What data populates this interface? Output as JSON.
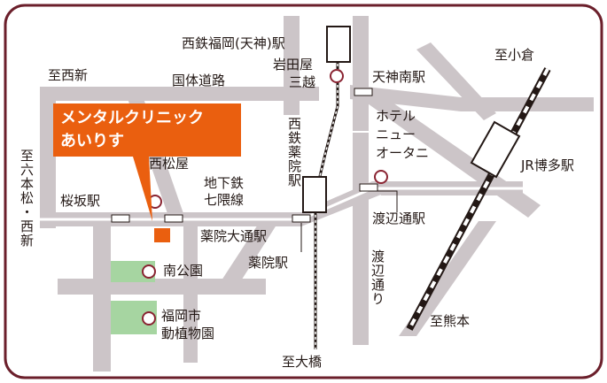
{
  "callout": {
    "line1": "メンタルクリニック",
    "line2": "あいりす"
  },
  "labels": {
    "nishitetsu_fukuoka": "西鉄福岡(天神)駅",
    "shi_ogura": "至小倉",
    "shi_nishijin": "至西新",
    "kokutai_doro": "国体道路",
    "iwataya": "岩田屋",
    "mitsukoshi": "三越",
    "tenjin_minami": "天神南駅",
    "hotel_new_otani": [
      "ホテル",
      "ニュー",
      "オータニ"
    ],
    "jr_hakata": "JR博多駅",
    "nishimatsuya": "西松屋",
    "chikatetsu_nanakuma": [
      "地下鉄",
      "七隈線"
    ],
    "sakurazaka": "桜坂駅",
    "yakuin_odori": "薬院大通駅",
    "watanabedori_eki": "渡辺通駅",
    "yakuin": "薬院駅",
    "minami_koen": "南公園",
    "zoo": [
      "福岡市",
      "動植物園"
    ],
    "shi_kumamoto": "至熊本",
    "shi_ohashi": "至大橋",
    "shi_rokuhonmatsu": "至六本松・西新",
    "nishitetsu_yakuin": "西鉄薬院駅",
    "watanabe_dori": "渡辺通り"
  },
  "colors": {
    "frame": "#6b1f2b",
    "road": "#ccc5c8",
    "station_mark": "#ffffff",
    "poi_ring": "#8a2432",
    "callout": "#ea5f0f",
    "park": "#a6d5a1",
    "rail": "#231815",
    "clinic_marker": "#ea5f0f"
  },
  "icons": [
    "station-box",
    "poi-circle",
    "clinic-marker",
    "railway-line",
    "park-area"
  ]
}
